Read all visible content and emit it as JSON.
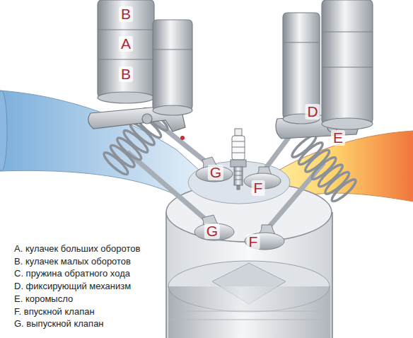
{
  "diagram": {
    "labels": [
      "B",
      "A",
      "B",
      "D",
      "E",
      "G",
      "F",
      "G",
      "F",
      "A. кулачек больших оборотов",
      "B. кулачек малых оборотов",
      "C. пружина обратного хода",
      "D. фиксирующий механизм",
      "E. коромысло",
      "F.  впускной клапан",
      "G. выпускной клапан"
    ]
  }
}
